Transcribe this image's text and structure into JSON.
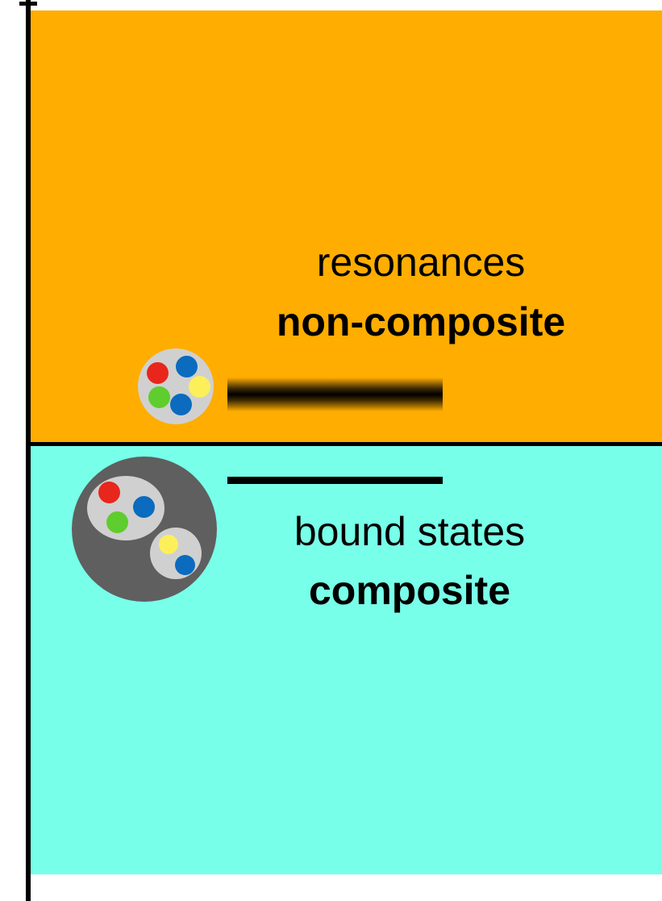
{
  "resonances": {
    "label": "resonances",
    "sublabel": "non-composite"
  },
  "bound_states": {
    "label": "bound states",
    "sublabel": "composite"
  },
  "colors": {
    "resonance_region": "#FFAD00",
    "bound_region": "#78FFE9",
    "axis": "#000000",
    "hadron_shell": "#D0D0D0",
    "molecule_shell": "#5F5F5F",
    "quark_red": "#E8261C",
    "quark_blue": "#0A6BBF",
    "quark_green": "#5FCD2D",
    "quark_yellow": "#FCEF5A"
  }
}
